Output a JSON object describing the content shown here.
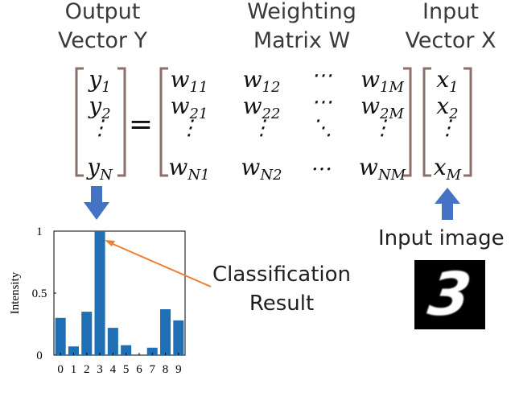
{
  "headers": {
    "output_line1": "Output",
    "output_line2": "Vector Y",
    "weight_line1": "Weighting",
    "weight_line2": "Matrix W",
    "input_line1": "Input",
    "input_line2": "Vector X"
  },
  "equation": {
    "equals": "=",
    "y_vector": [
      {
        "base": "y",
        "sub": "1"
      },
      {
        "base": "y",
        "sub": "2"
      },
      {
        "base": "⋮",
        "sub": ""
      },
      {
        "base": "y",
        "sub": "N"
      }
    ],
    "w_matrix": [
      [
        {
          "base": "w",
          "sub": "11"
        },
        {
          "base": "w",
          "sub": "12"
        },
        {
          "base": "⋯",
          "sub": ""
        },
        {
          "base": "w",
          "sub": "1M"
        }
      ],
      [
        {
          "base": "w",
          "sub": "21"
        },
        {
          "base": "w",
          "sub": "22"
        },
        {
          "base": "⋯",
          "sub": ""
        },
        {
          "base": "w",
          "sub": "2M"
        }
      ],
      [
        {
          "base": "⋮",
          "sub": ""
        },
        {
          "base": "⋮",
          "sub": ""
        },
        {
          "base": "⋱",
          "sub": ""
        },
        {
          "base": "⋮",
          "sub": ""
        }
      ],
      [
        {
          "base": "w",
          "sub": "N1"
        },
        {
          "base": "w",
          "sub": "N2"
        },
        {
          "base": "…",
          "sub": ""
        },
        {
          "base": "w",
          "sub": "NM"
        }
      ]
    ],
    "x_vector": [
      {
        "base": "x",
        "sub": "1"
      },
      {
        "base": "x",
        "sub": "2"
      },
      {
        "base": "⋮",
        "sub": ""
      },
      {
        "base": "x",
        "sub": "M"
      }
    ]
  },
  "input_image": {
    "label": "Input image",
    "digit": "3"
  },
  "classification": {
    "line1": "Classification",
    "line2": "Result"
  },
  "colors": {
    "bar": "#1f6fb4",
    "arrow": "#4472c4",
    "pointer": "#ed7d31",
    "bracket": "#8b6f6a"
  },
  "chart_data": {
    "type": "bar",
    "categories": [
      "0",
      "1",
      "2",
      "3",
      "4",
      "5",
      "6",
      "7",
      "8",
      "9"
    ],
    "values": [
      0.3,
      0.07,
      0.35,
      1.0,
      0.22,
      0.08,
      0.0,
      0.06,
      0.37,
      0.28
    ],
    "ylabel": "Intensity",
    "ylim": [
      0,
      1
    ],
    "yticks": [
      "0",
      "0.5",
      "1"
    ],
    "grid": false
  }
}
